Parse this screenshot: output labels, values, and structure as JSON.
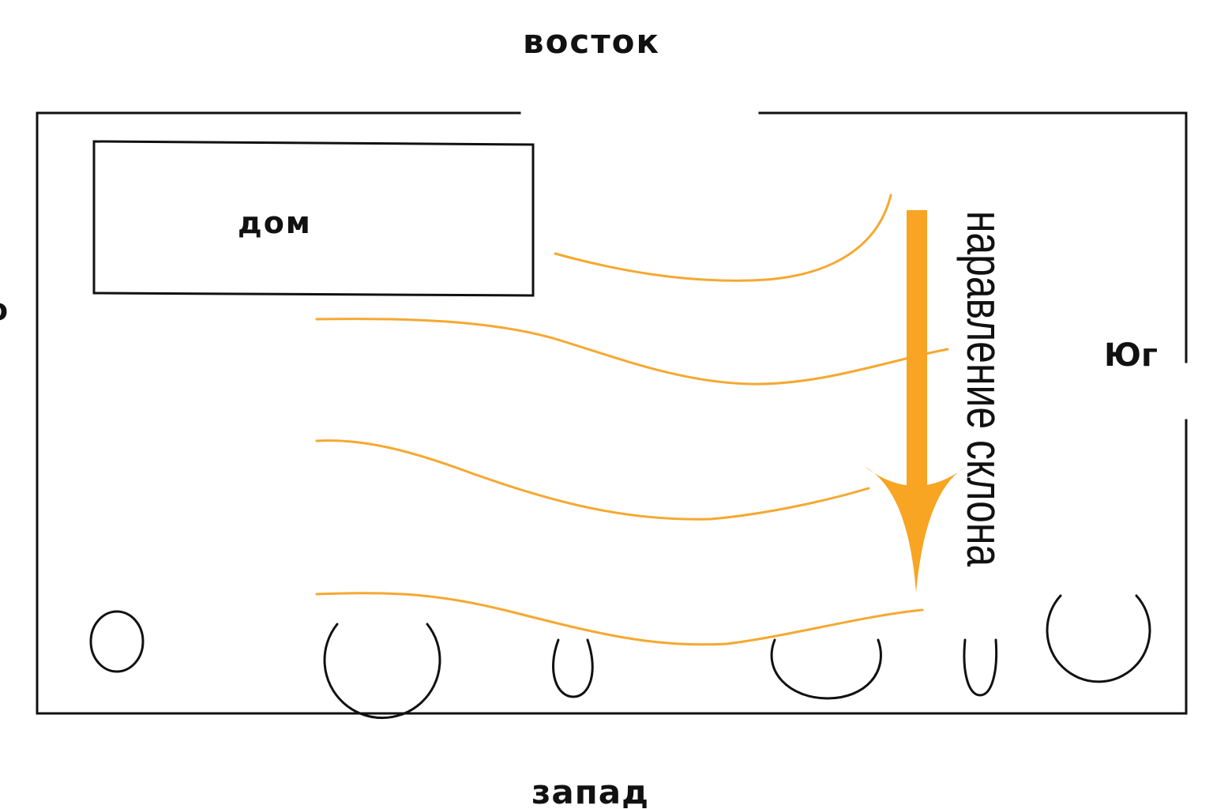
{
  "directions": {
    "east": "восток",
    "west": "запад",
    "south": "Юг",
    "north": "о"
  },
  "house": {
    "label": "дом"
  },
  "slope": {
    "label": "наравление склона"
  },
  "colors": {
    "contour": "#F5A830",
    "arrow": "#F7A523",
    "outline": "#111111"
  }
}
